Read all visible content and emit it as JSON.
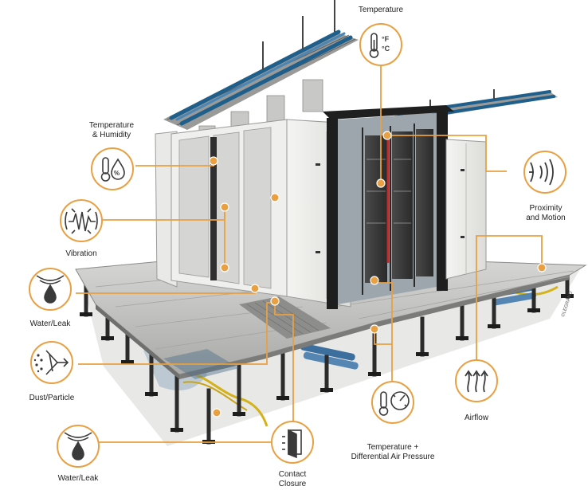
{
  "labels": {
    "temperature_top": "Temperature",
    "temp_humidity_1": "Temperature",
    "temp_humidity_2": "& Humidity",
    "vibration": "Vibration",
    "water_leak_1": "Water/Leak",
    "dust_particle": "Dust/Particle",
    "water_leak_2": "Water/Leak",
    "contact_closure_1": "Contact",
    "contact_closure_2": "Closure",
    "temp_pressure_1": "Temperature +",
    "temp_pressure_2": "Differential Air Pressure",
    "airflow": "Airflow",
    "proximity_1": "Proximity",
    "proximity_2": "and Motion"
  },
  "icons": {
    "temperature": "thermometer-fahrenheit-celsius-icon",
    "temp_humidity": "thermometer-humidity-icon",
    "vibration": "vibration-icon",
    "water_leak": "water-drop-icon",
    "dust": "dust-particle-icon",
    "contact": "door-contact-icon",
    "pressure": "thermometer-gauge-icon",
    "airflow": "airflow-icon",
    "proximity": "proximity-wave-icon",
    "fahrenheit": "°F",
    "celsius": "°C",
    "percent": "%"
  },
  "watermark": "©LEGRAND",
  "colors": {
    "accent": "#e8a042",
    "icon": "#3a3a3a"
  }
}
